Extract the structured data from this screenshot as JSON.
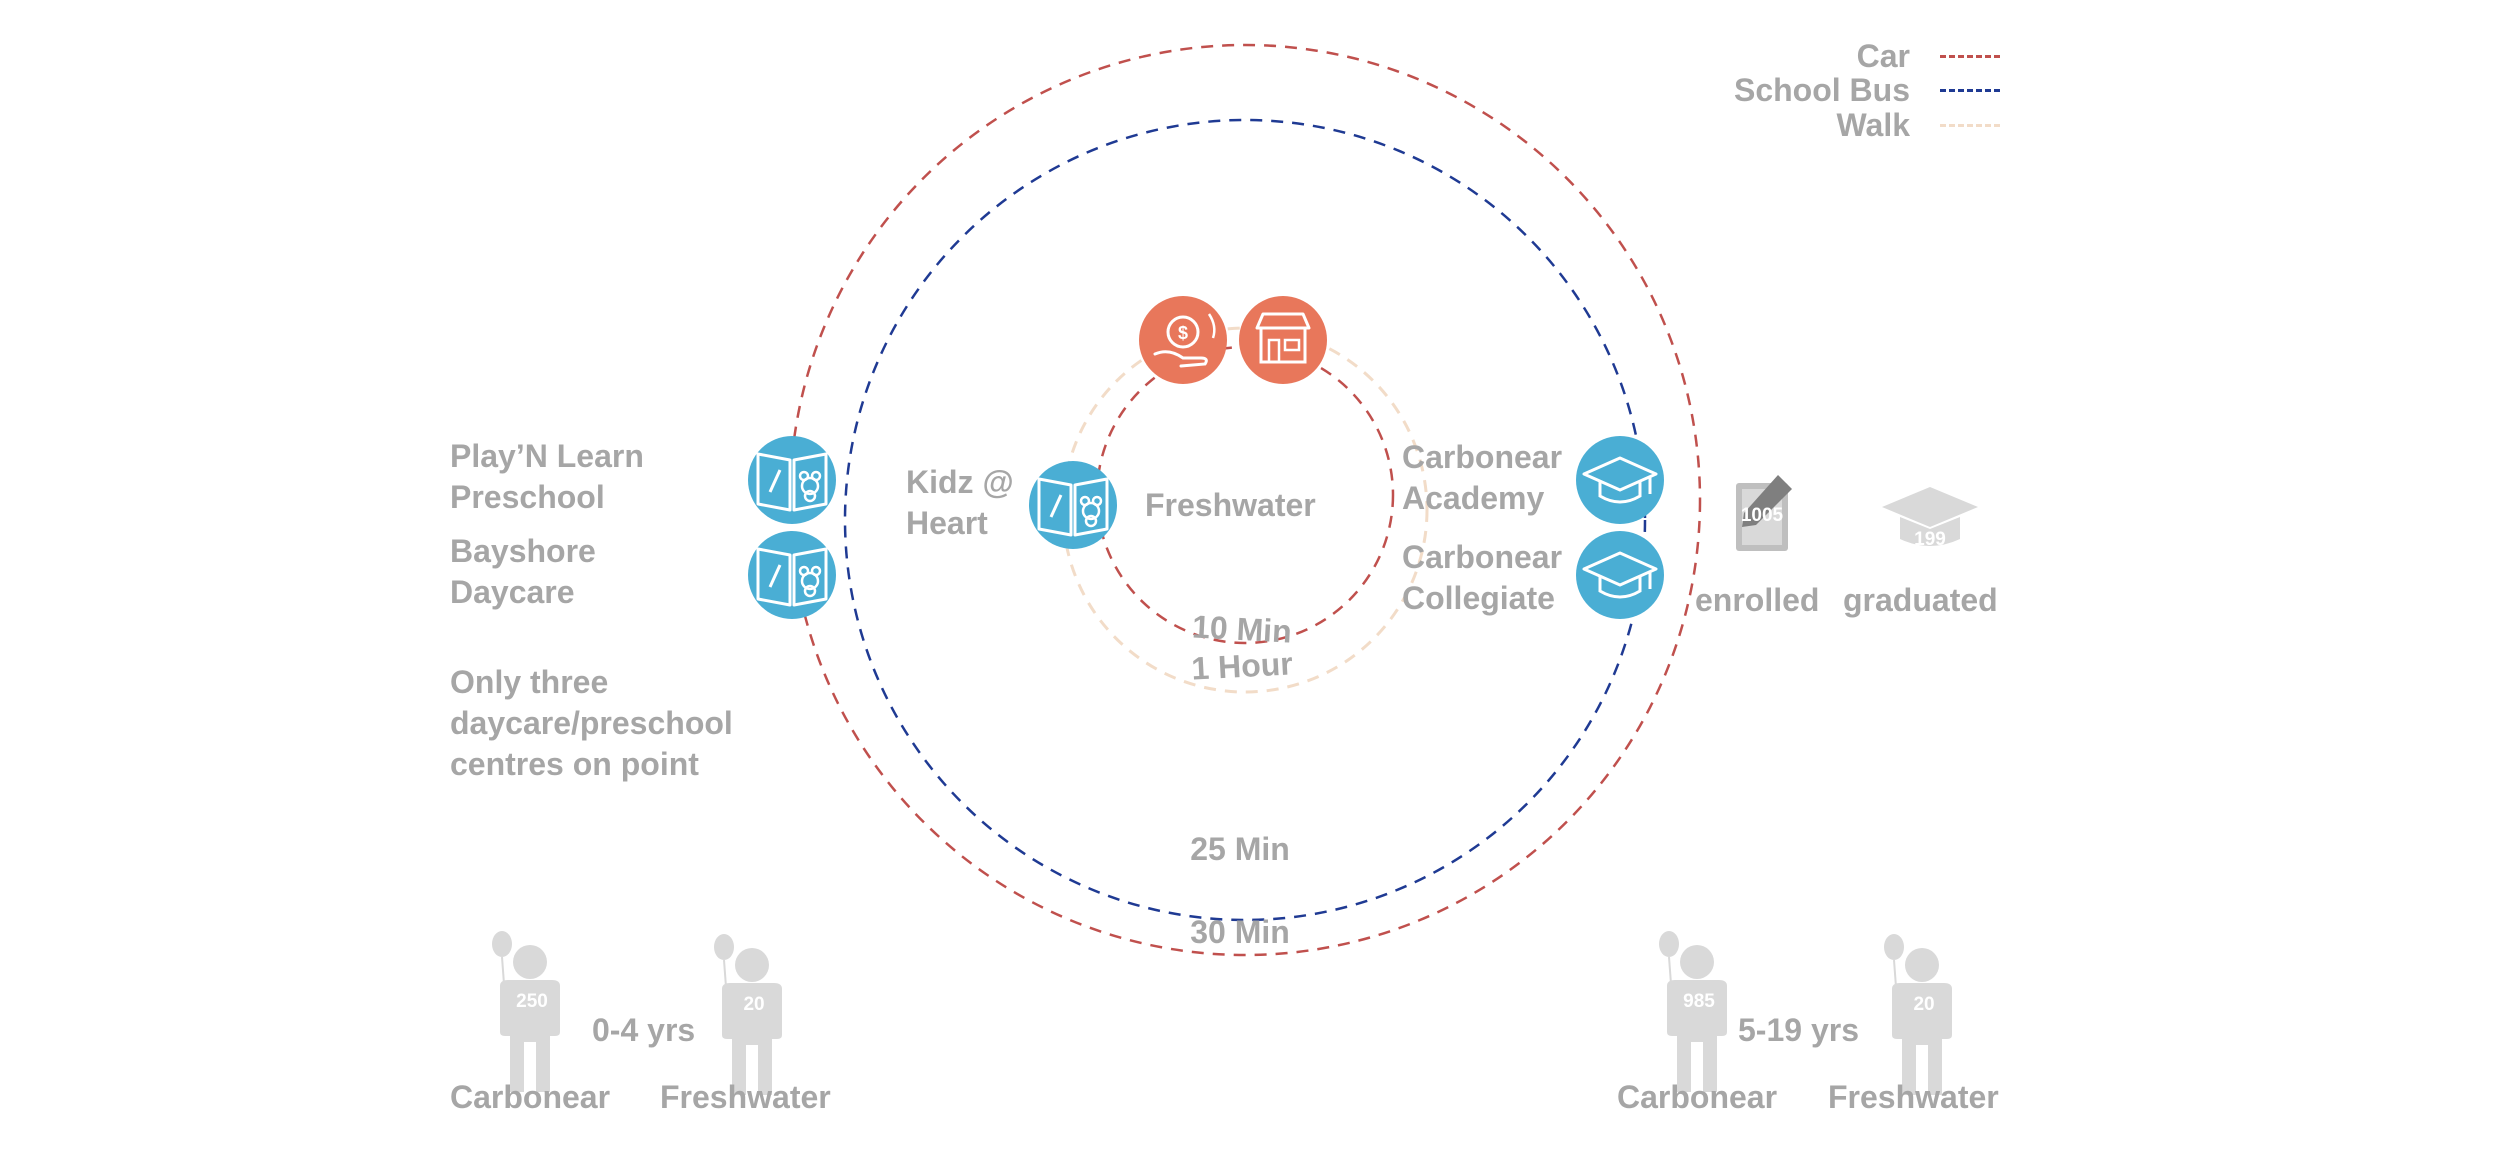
{
  "legend": [
    {
      "label": "Car",
      "color": "#c0504d"
    },
    {
      "label": "School Bus",
      "color": "#1f3a93"
    },
    {
      "label": "Walk",
      "color": "#f2dcc8"
    }
  ],
  "rings": {
    "walk_label": "1 Hour",
    "car_inner_label": "10 Min",
    "bus_label": "25 Min",
    "car_outer_label": "30 Min"
  },
  "center": {
    "label": "Freshwater"
  },
  "colors": {
    "blue_node": "#4aaed4",
    "orange_node": "#e8775b",
    "grey": "#a6a6a6"
  },
  "left_labels": {
    "playn_learn": "Play’N Learn\nPreschool",
    "bayshore": "Bayshore\nDaycare",
    "note": "Only three\ndaycare/preschool\ncentres on point",
    "kidz": "Kidz @\nHeart"
  },
  "right_labels": {
    "academy": "Carbonear\nAcademy",
    "collegiate": "Carbonear\nCollegiate"
  },
  "stats": {
    "enrolled_value": "1005",
    "enrolled_label": "enrolled",
    "graduated_value": "199",
    "graduated_label": "graduated"
  },
  "population": {
    "left": {
      "range": "0-4 yrs",
      "carbonear_value": "250",
      "carbonear_label": "Carbonear",
      "freshwater_value": "20",
      "freshwater_label": "Freshwater"
    },
    "right": {
      "range": "5-19 yrs",
      "carbonear_value": "985",
      "carbonear_label": "Carbonear",
      "freshwater_value": "20",
      "freshwater_label": "Freshwater"
    }
  },
  "icons": {
    "daycare": "open-book-bear-icon",
    "school": "graduation-cap-icon",
    "finance": "hand-coin-icon",
    "store": "storefront-icon",
    "person": "person-balloon-icon",
    "enrolled": "book-pencil-icon",
    "graduated": "graduation-cap-icon"
  }
}
